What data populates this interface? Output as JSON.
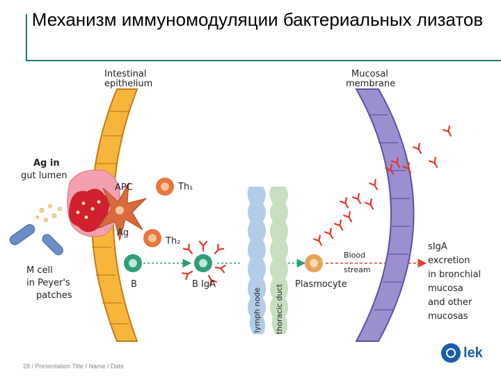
{
  "slide": {
    "title": "Механизм  иммуномодуляции бактериальных лизатов",
    "footer": "28 / Presentation Title / Name / Date",
    "logo_text": "lek"
  },
  "diagram": {
    "labels": {
      "intestinal_epithelium": [
        "Intestinal",
        "epithelium"
      ],
      "mucosal_membrane": [
        "Mucosal",
        "membrane"
      ],
      "ag_gut_lumen": [
        "Ag in",
        "gut lumen"
      ],
      "m_cell": [
        "M cell",
        "in Peyer's",
        "patches"
      ],
      "apc": "APC",
      "ag": "Ag",
      "th1": "Th₁",
      "th2": "Th₂",
      "b": "B",
      "b_iga": "B IgA",
      "lymph_node": "lymph node",
      "thoracic_duct": "thoracic duct",
      "plasmocyte": "Plasmocyte",
      "blood_stream": [
        "Blood",
        "stream"
      ],
      "siga_excretion": [
        "sIgA",
        "excretion",
        "in bronchial",
        "mucosa",
        "and other",
        "mucosas"
      ]
    },
    "colors": {
      "epithelium_fill": "#f6b63c",
      "mucosa_fill": "#9b8fd0",
      "m_cell_fill": "#f2a0ae",
      "dendritic_fill": "#d86a3c",
      "antibody": "#e8332a",
      "cell_green": "#2f9e77",
      "cell_orange": "#e9763d",
      "lymph_node": "#aac8e8",
      "thoracic_duct": "#bfdcb8",
      "arrow": "#e0402c",
      "rule": "#0a7a7a",
      "logo": "#1a5fa8"
    },
    "icons": [
      "antibody-y-icon",
      "capsule-icon",
      "cell-icon"
    ]
  }
}
